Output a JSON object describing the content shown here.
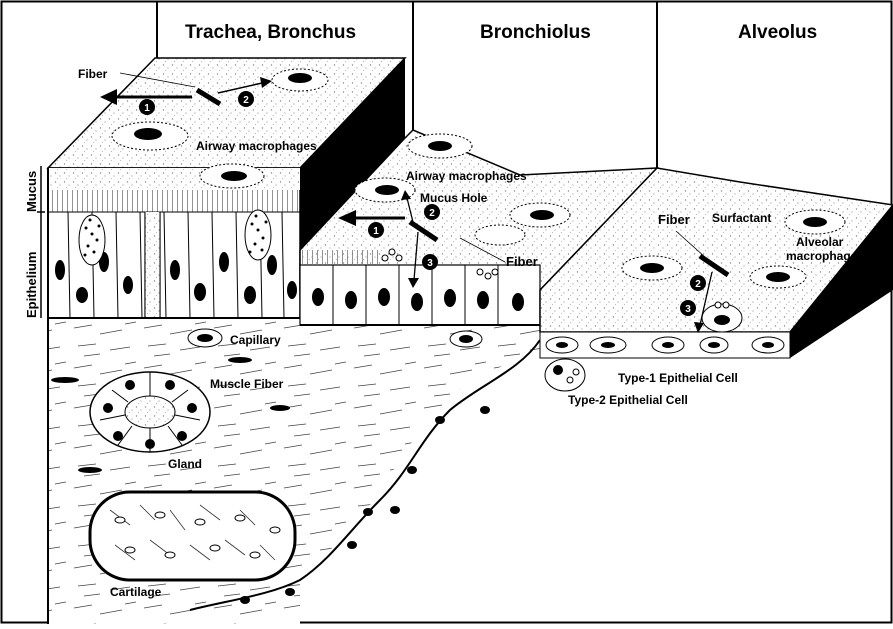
{
  "headers": {
    "trachea": "Trachea, Bronchus",
    "bronchiolus": "Bronchiolus",
    "alveolus": "Alveolus"
  },
  "labels": {
    "fiber_top": "Fiber",
    "airway_macrophages_1": "Airway macrophages",
    "airway_macrophages_2": "Airway macrophages",
    "mucus_hole": "Mucus Hole",
    "fiber_bronchiolus": "Fiber",
    "fiber_alveolus": "Fiber",
    "surfactant": "Surfactant",
    "alveolar_macrophages_line1": "Alveolar",
    "alveolar_macrophages_line2": "macrophages",
    "capillary": "Capillary",
    "muscle_fiber": "Muscle Fiber",
    "gland": "Gland",
    "cartilage": "Cartilage",
    "type1": "Type-1 Epithelial Cell",
    "type2": "Type-2 Epithelial Cell",
    "mucus_side": "Mucus",
    "epithelium_side": "Epithelium"
  },
  "step_markers": [
    "1",
    "2",
    "3"
  ],
  "colors": {
    "ink": "#000000",
    "paper": "#ffffff",
    "stipple": "#b0b0b0"
  }
}
